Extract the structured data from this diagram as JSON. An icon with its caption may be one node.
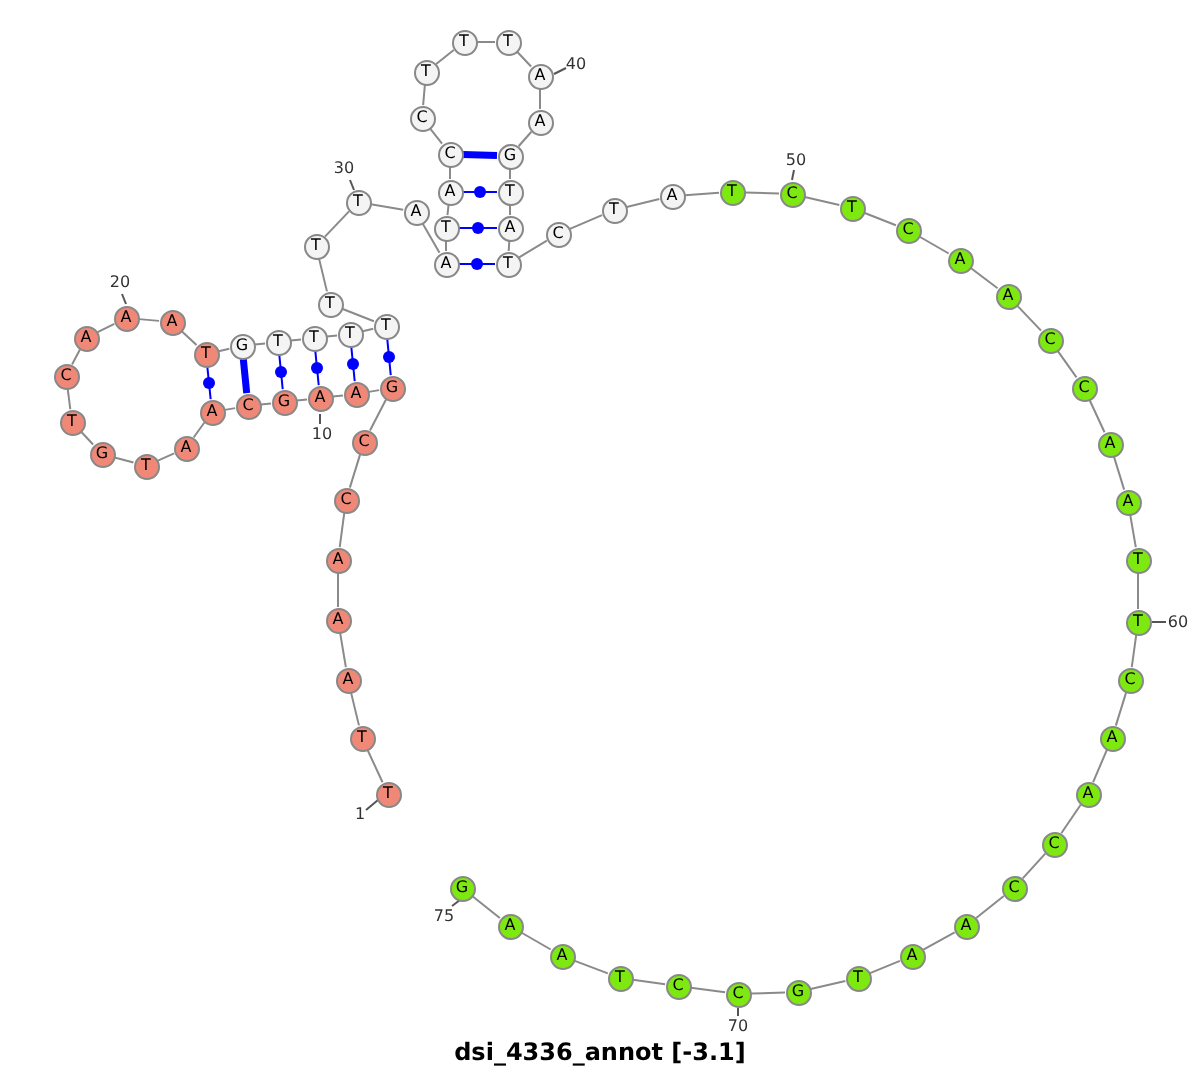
{
  "diagram": {
    "title": "dsi_4336_annot [-3.1]",
    "nodes": [
      {
        "text": [
          "T"
        ],
        "beside": [
          "1"
        ]
      },
      {
        "text": [
          "T"
        ]
      },
      {
        "text": [
          "A"
        ]
      },
      {
        "text": [
          "A"
        ]
      },
      {
        "text": [
          "A"
        ]
      },
      {
        "text": [
          "C"
        ]
      },
      {
        "text": [
          "C"
        ]
      },
      {
        "text": [
          "G"
        ]
      },
      {
        "text": [
          "A"
        ]
      },
      {
        "text": [
          "A"
        ],
        "beside": [
          "10"
        ]
      },
      {
        "text": [
          "G"
        ]
      },
      {
        "text": [
          "C"
        ]
      },
      {
        "text": [
          "A"
        ]
      },
      {
        "text": [
          "A"
        ]
      },
      {
        "text": [
          "T"
        ]
      },
      {
        "text": [
          "G"
        ]
      },
      {
        "text": [
          "T"
        ]
      },
      {
        "text": [
          "C"
        ]
      },
      {
        "text": [
          "A"
        ]
      },
      {
        "text": [
          "A"
        ],
        "beside": [
          "20"
        ]
      },
      {
        "text": [
          "A"
        ]
      },
      {
        "text": [
          "T"
        ]
      },
      {
        "text": [
          "G"
        ]
      },
      {
        "text": [
          "T"
        ]
      },
      {
        "text": [
          "T"
        ]
      },
      {
        "text": [
          "T"
        ]
      },
      {
        "text": [
          "T"
        ]
      },
      {
        "text": [
          "T"
        ]
      },
      {
        "text": [
          "T"
        ]
      },
      {
        "text": [
          "T"
        ],
        "beside": [
          "30"
        ]
      },
      {
        "text": [
          "A"
        ]
      },
      {
        "text": [
          "A"
        ]
      },
      {
        "text": [
          "T"
        ]
      },
      {
        "text": [
          "A"
        ]
      },
      {
        "text": [
          "C"
        ]
      },
      {
        "text": [
          "C"
        ]
      },
      {
        "text": [
          "T"
        ]
      },
      {
        "text": [
          "T"
        ]
      },
      {
        "text": [
          "T"
        ]
      },
      {
        "text": [
          "A"
        ],
        "beside": [
          "40"
        ]
      },
      {
        "text": [
          "A"
        ]
      },
      {
        "text": [
          "G"
        ]
      },
      {
        "text": [
          "T"
        ]
      },
      {
        "text": [
          "A"
        ]
      },
      {
        "text": [
          "T"
        ]
      },
      {
        "text": [
          "C"
        ]
      },
      {
        "text": [
          "T"
        ]
      },
      {
        "text": [
          "A"
        ]
      },
      {
        "text": [
          "T"
        ]
      },
      {
        "text": [
          "C"
        ],
        "beside": [
          "50"
        ]
      },
      {
        "text": [
          "T"
        ]
      },
      {
        "text": [
          "C"
        ]
      },
      {
        "text": [
          "A"
        ]
      },
      {
        "text": [
          "A"
        ]
      },
      {
        "text": [
          "C"
        ]
      },
      {
        "text": [
          "C"
        ]
      },
      {
        "text": [
          "A"
        ]
      },
      {
        "text": [
          "A"
        ]
      },
      {
        "text": [
          "T"
        ]
      },
      {
        "text": [
          "T"
        ],
        "beside": [
          "60"
        ]
      },
      {
        "text": [
          "C"
        ]
      },
      {
        "text": [
          "A"
        ]
      },
      {
        "text": [
          "A"
        ]
      },
      {
        "text": [
          "C"
        ]
      },
      {
        "text": [
          "C"
        ]
      },
      {
        "text": [
          "A"
        ]
      },
      {
        "text": [
          "A"
        ]
      },
      {
        "text": [
          "T"
        ]
      },
      {
        "text": [
          "G"
        ]
      },
      {
        "text": [
          "C"
        ],
        "beside": [
          "70"
        ]
      },
      {
        "text": [
          "C"
        ]
      },
      {
        "text": [
          "T"
        ]
      },
      {
        "text": [
          "A"
        ]
      },
      {
        "text": [
          "A"
        ]
      },
      {
        "text": [
          "G"
        ],
        "beside": [
          "75"
        ]
      }
    ],
    "edges": [
      {
        "from": 0,
        "to": 1,
        "arrow": "none"
      },
      {
        "from": 1,
        "to": 2,
        "arrow": "none"
      },
      {
        "from": 2,
        "to": 3,
        "arrow": "none"
      },
      {
        "from": 3,
        "to": 4,
        "arrow": "none"
      },
      {
        "from": 4,
        "to": 5,
        "arrow": "none"
      },
      {
        "from": 5,
        "to": 6,
        "arrow": "none"
      },
      {
        "from": 6,
        "to": 7,
        "arrow": "none"
      },
      {
        "from": 7,
        "to": 8,
        "arrow": "none"
      },
      {
        "from": 8,
        "to": 9,
        "arrow": "none"
      },
      {
        "from": 9,
        "to": 10,
        "arrow": "none"
      },
      {
        "from": 10,
        "to": 11,
        "arrow": "none"
      },
      {
        "from": 11,
        "to": 12,
        "arrow": "none"
      },
      {
        "from": 12,
        "to": 13,
        "arrow": "none"
      },
      {
        "from": 13,
        "to": 14,
        "arrow": "none"
      },
      {
        "from": 14,
        "to": 15,
        "arrow": "none"
      },
      {
        "from": 15,
        "to": 16,
        "arrow": "none"
      },
      {
        "from": 16,
        "to": 17,
        "arrow": "none"
      },
      {
        "from": 17,
        "to": 18,
        "arrow": "none"
      },
      {
        "from": 18,
        "to": 19,
        "arrow": "none"
      },
      {
        "from": 19,
        "to": 20,
        "arrow": "none"
      },
      {
        "from": 20,
        "to": 21,
        "arrow": "none"
      },
      {
        "from": 21,
        "to": 22,
        "arrow": "none"
      },
      {
        "from": 22,
        "to": 23,
        "arrow": "none"
      },
      {
        "from": 23,
        "to": 24,
        "arrow": "none"
      },
      {
        "from": 24,
        "to": 25,
        "arrow": "none"
      },
      {
        "from": 25,
        "to": 26,
        "arrow": "none"
      },
      {
        "from": 26,
        "to": 27,
        "arrow": "none"
      },
      {
        "from": 27,
        "to": 28,
        "arrow": "none"
      },
      {
        "from": 28,
        "to": 29,
        "arrow": "none"
      },
      {
        "from": 29,
        "to": 30,
        "arrow": "none"
      },
      {
        "from": 30,
        "to": 31,
        "arrow": "none"
      },
      {
        "from": 31,
        "to": 32,
        "arrow": "none"
      },
      {
        "from": 32,
        "to": 33,
        "arrow": "none"
      },
      {
        "from": 33,
        "to": 34,
        "arrow": "none"
      },
      {
        "from": 34,
        "to": 35,
        "arrow": "none"
      },
      {
        "from": 35,
        "to": 36,
        "arrow": "none"
      },
      {
        "from": 36,
        "to": 37,
        "arrow": "none"
      },
      {
        "from": 37,
        "to": 38,
        "arrow": "none"
      },
      {
        "from": 38,
        "to": 39,
        "arrow": "none"
      },
      {
        "from": 39,
        "to": 40,
        "arrow": "none"
      },
      {
        "from": 40,
        "to": 41,
        "arrow": "none"
      },
      {
        "from": 41,
        "to": 42,
        "arrow": "none"
      },
      {
        "from": 42,
        "to": 43,
        "arrow": "none"
      },
      {
        "from": 43,
        "to": 44,
        "arrow": "none"
      },
      {
        "from": 44,
        "to": 45,
        "arrow": "none"
      },
      {
        "from": 45,
        "to": 46,
        "arrow": "none"
      },
      {
        "from": 46,
        "to": 47,
        "arrow": "none"
      },
      {
        "from": 47,
        "to": 48,
        "arrow": "none"
      },
      {
        "from": 48,
        "to": 49,
        "arrow": "none"
      },
      {
        "from": 49,
        "to": 50,
        "arrow": "none"
      },
      {
        "from": 50,
        "to": 51,
        "arrow": "none"
      },
      {
        "from": 51,
        "to": 52,
        "arrow": "none"
      },
      {
        "from": 52,
        "to": 53,
        "arrow": "none"
      },
      {
        "from": 53,
        "to": 54,
        "arrow": "none"
      },
      {
        "from": 54,
        "to": 55,
        "arrow": "none"
      },
      {
        "from": 55,
        "to": 56,
        "arrow": "none"
      },
      {
        "from": 56,
        "to": 57,
        "arrow": "none"
      },
      {
        "from": 57,
        "to": 58,
        "arrow": "none"
      },
      {
        "from": 58,
        "to": 59,
        "arrow": "none"
      },
      {
        "from": 59,
        "to": 60,
        "arrow": "none"
      },
      {
        "from": 60,
        "to": 61,
        "arrow": "none"
      },
      {
        "from": 61,
        "to": 62,
        "arrow": "none"
      },
      {
        "from": 62,
        "to": 63,
        "arrow": "none"
      },
      {
        "from": 63,
        "to": 64,
        "arrow": "none"
      },
      {
        "from": 64,
        "to": 65,
        "arrow": "none"
      },
      {
        "from": 65,
        "to": 66,
        "arrow": "none"
      },
      {
        "from": 66,
        "to": 67,
        "arrow": "none"
      },
      {
        "from": 67,
        "to": 68,
        "arrow": "none"
      },
      {
        "from": 68,
        "to": 69,
        "arrow": "none"
      },
      {
        "from": 69,
        "to": 70,
        "arrow": "none"
      },
      {
        "from": 70,
        "to": 71,
        "arrow": "none"
      },
      {
        "from": 71,
        "to": 72,
        "arrow": "none"
      },
      {
        "from": 72,
        "to": 73,
        "arrow": "none"
      },
      {
        "from": 73,
        "to": 74,
        "arrow": "none"
      },
      {
        "from": 7,
        "to": 26,
        "arrow": "none",
        "color": "#0000ff"
      },
      {
        "from": 8,
        "to": 25,
        "arrow": "none",
        "color": "#0000ff"
      },
      {
        "from": 9,
        "to": 24,
        "arrow": "none",
        "color": "#0000ff"
      },
      {
        "from": 10,
        "to": 23,
        "arrow": "none",
        "color": "#0000ff"
      },
      {
        "from": 11,
        "to": 22,
        "arrow": "none",
        "style": "thick",
        "color": "#0000ff"
      },
      {
        "from": 12,
        "to": 21,
        "arrow": "none",
        "color": "#0000ff"
      },
      {
        "from": 31,
        "to": 44,
        "arrow": "none",
        "color": "#0000ff"
      },
      {
        "from": 32,
        "to": 43,
        "arrow": "none",
        "color": "#0000ff"
      },
      {
        "from": 33,
        "to": 42,
        "arrow": "none",
        "color": "#0000ff"
      },
      {
        "from": 34,
        "to": 41,
        "arrow": "none",
        "style": "thick",
        "color": "#0000ff"
      }
    ]
  }
}
